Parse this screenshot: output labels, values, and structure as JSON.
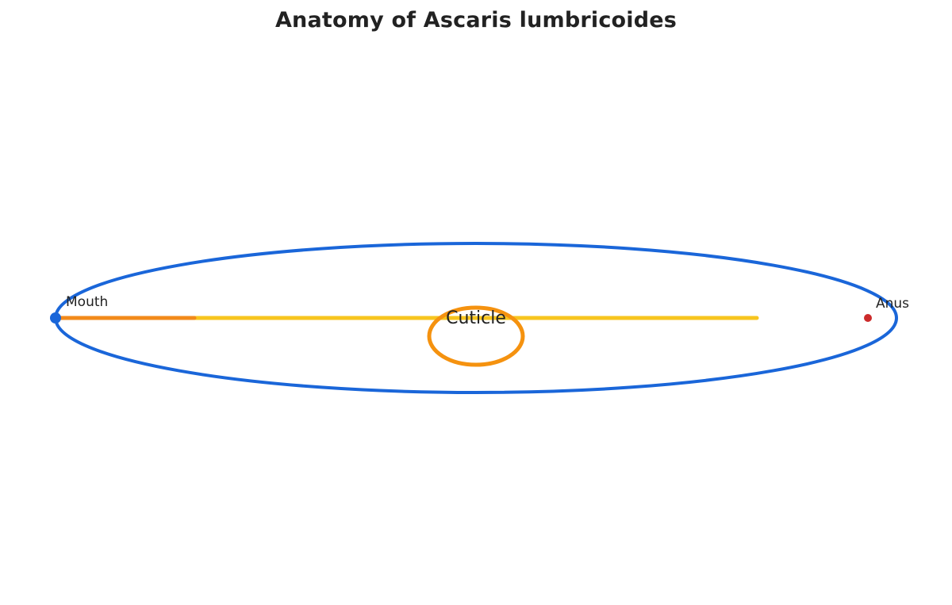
{
  "title": "Anatomy of Ascaris lumbricoides",
  "labels": {
    "mouth": "Mouth",
    "anus": "Anus",
    "cuticle": "Cuticle"
  },
  "colors": {
    "body_outline": "#1a66d9",
    "intestine": "#f7c51e",
    "pharynx": "#f28a1a",
    "cuticle_ring": "#f5920f",
    "mouth_dot": "#1a66d9",
    "anus_dot": "#cc2b2b",
    "text": "#222222"
  }
}
